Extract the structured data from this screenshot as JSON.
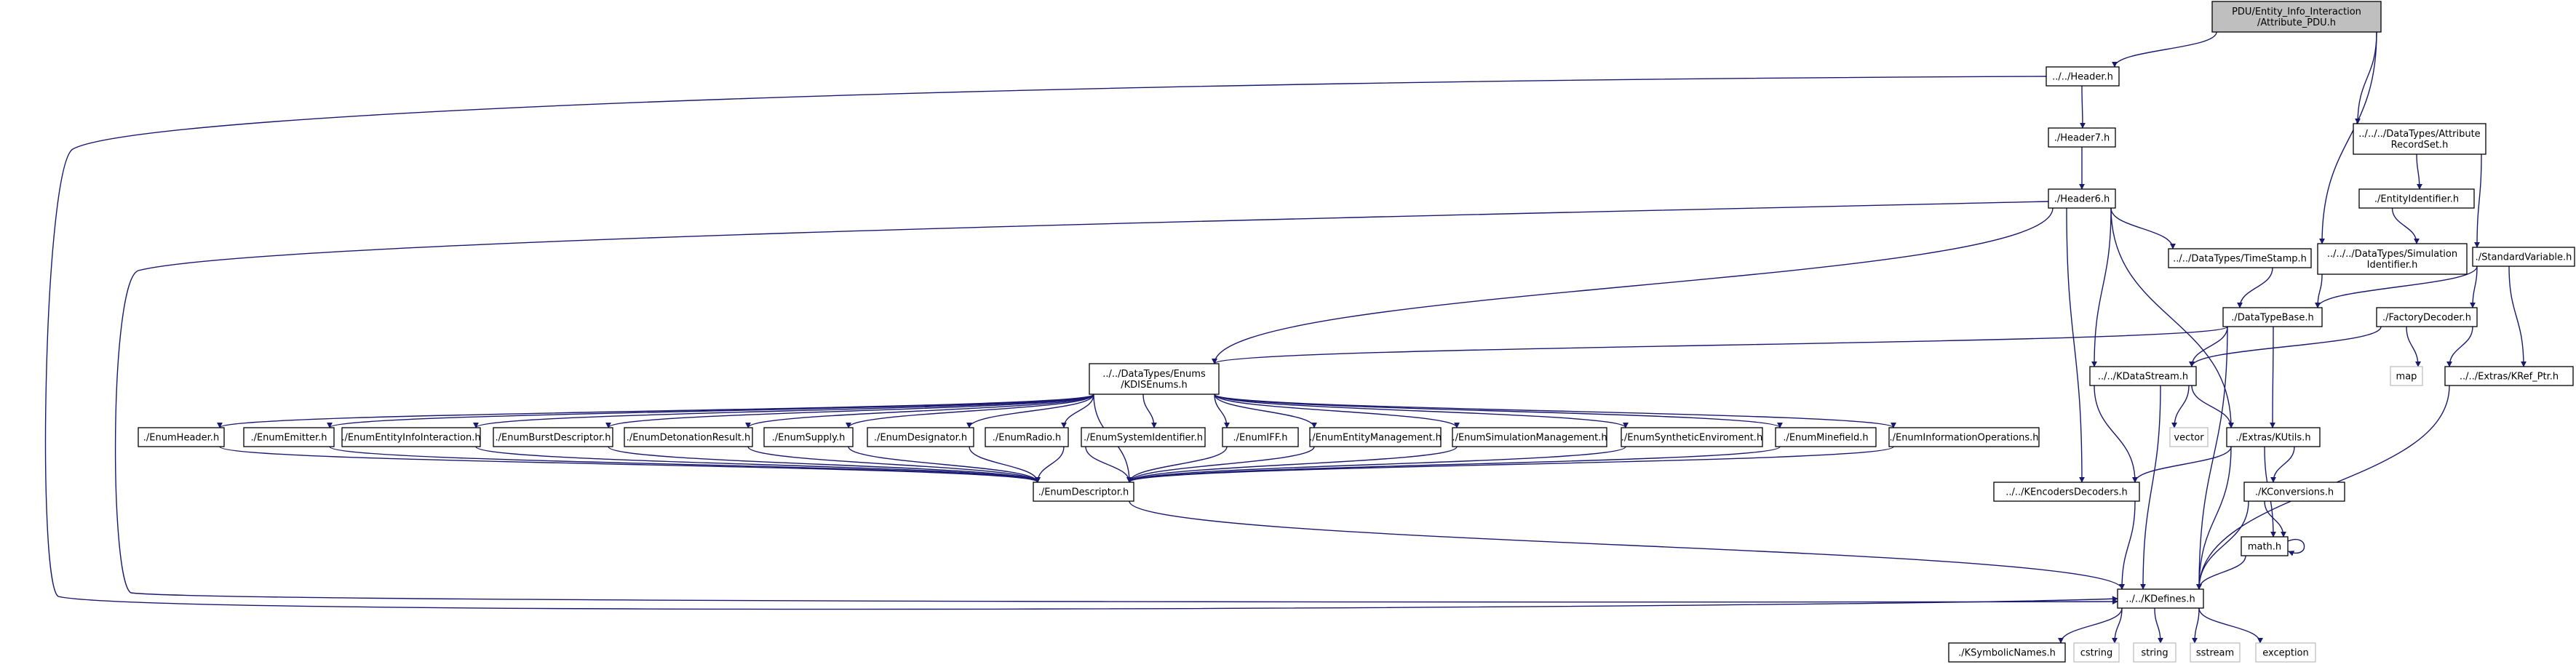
{
  "nodes": [
    {
      "id": "root",
      "lines": [
        "PDU/Entity_Info_Interaction",
        "/Attribute_PDU.h"
      ],
      "style": "root"
    },
    {
      "id": "header",
      "lines": [
        "../../Header.h"
      ]
    },
    {
      "id": "header7",
      "lines": [
        "./Header7.h"
      ]
    },
    {
      "id": "header6",
      "lines": [
        "./Header6.h"
      ]
    },
    {
      "id": "attrRecordSet",
      "lines": [
        "../../../DataTypes/Attribute",
        "RecordSet.h"
      ]
    },
    {
      "id": "entityIdentifier",
      "lines": [
        "./EntityIdentifier.h"
      ]
    },
    {
      "id": "simulationIdentifier",
      "lines": [
        "../../../DataTypes/Simulation",
        "Identifier.h"
      ]
    },
    {
      "id": "standardVariable",
      "lines": [
        "./StandardVariable.h"
      ]
    },
    {
      "id": "timeStamp",
      "lines": [
        "../../DataTypes/TimeStamp.h"
      ]
    },
    {
      "id": "dataTypeBase",
      "lines": [
        "./DataTypeBase.h"
      ]
    },
    {
      "id": "factoryDecoder",
      "lines": [
        "./FactoryDecoder.h"
      ]
    },
    {
      "id": "map",
      "lines": [
        "map"
      ],
      "style": "ext"
    },
    {
      "id": "krefPtr",
      "lines": [
        "../../Extras/KRef_Ptr.h"
      ]
    },
    {
      "id": "kdisEnums",
      "lines": [
        "../../DataTypes/Enums",
        "/KDISEnums.h"
      ]
    },
    {
      "id": "kdataStream",
      "lines": [
        "../../KDataStream.h"
      ]
    },
    {
      "id": "vector",
      "lines": [
        "vector"
      ],
      "style": "ext"
    },
    {
      "id": "kutils",
      "lines": [
        "./Extras/KUtils.h"
      ]
    },
    {
      "id": "kencodersDecoders",
      "lines": [
        "../../KEncodersDecoders.h"
      ]
    },
    {
      "id": "kconversions",
      "lines": [
        "./KConversions.h"
      ]
    },
    {
      "id": "mathh",
      "lines": [
        "math.h"
      ]
    },
    {
      "id": "enumHeader",
      "lines": [
        "./EnumHeader.h"
      ]
    },
    {
      "id": "enumEmitter",
      "lines": [
        "./EnumEmitter.h"
      ]
    },
    {
      "id": "enumEntityInfoInteraction",
      "lines": [
        "./EnumEntityInfoInteraction.h"
      ]
    },
    {
      "id": "enumBurstDescriptor",
      "lines": [
        "./EnumBurstDescriptor.h"
      ]
    },
    {
      "id": "enumDetonationResult",
      "lines": [
        "./EnumDetonationResult.h"
      ]
    },
    {
      "id": "enumSupply",
      "lines": [
        "./EnumSupply.h"
      ]
    },
    {
      "id": "enumDesignator",
      "lines": [
        "./EnumDesignator.h"
      ]
    },
    {
      "id": "enumRadio",
      "lines": [
        "./EnumRadio.h"
      ]
    },
    {
      "id": "enumSystemIdentifier",
      "lines": [
        "./EnumSystemIdentifier.h"
      ]
    },
    {
      "id": "enumIFF",
      "lines": [
        "./EnumIFF.h"
      ]
    },
    {
      "id": "enumEntityManagement",
      "lines": [
        "./EnumEntityManagement.h"
      ]
    },
    {
      "id": "enumSimulationManagement",
      "lines": [
        "./EnumSimulationManagement.h"
      ]
    },
    {
      "id": "enumSyntheticEnviroment",
      "lines": [
        "./EnumSyntheticEnviroment.h"
      ]
    },
    {
      "id": "enumMinefield",
      "lines": [
        "./EnumMinefield.h"
      ]
    },
    {
      "id": "enumInformationOperations",
      "lines": [
        "./EnumInformationOperations.h"
      ]
    },
    {
      "id": "enumDescriptor",
      "lines": [
        "./EnumDescriptor.h"
      ]
    },
    {
      "id": "kdefines",
      "lines": [
        "../../KDefines.h"
      ]
    },
    {
      "id": "ksymbolicNames",
      "lines": [
        "./KSymbolicNames.h"
      ]
    },
    {
      "id": "cstring",
      "lines": [
        "cstring"
      ],
      "style": "ext"
    },
    {
      "id": "string",
      "lines": [
        "string"
      ],
      "style": "ext"
    },
    {
      "id": "sstream",
      "lines": [
        "sstream"
      ],
      "style": "ext"
    },
    {
      "id": "exception",
      "lines": [
        "exception"
      ],
      "style": "ext"
    }
  ],
  "edges": [
    [
      "root",
      "header"
    ],
    [
      "root",
      "attrRecordSet"
    ],
    [
      "root",
      "simulationIdentifier"
    ],
    [
      "header",
      "header7"
    ],
    [
      "header",
      "kdefines"
    ],
    [
      "header7",
      "header6"
    ],
    [
      "header6",
      "kdisEnums"
    ],
    [
      "header6",
      "timeStamp"
    ],
    [
      "header6",
      "kdataStream"
    ],
    [
      "header6",
      "kutils"
    ],
    [
      "header6",
      "kencodersDecoders"
    ],
    [
      "header6",
      "kdefines"
    ],
    [
      "attrRecordSet",
      "entityIdentifier"
    ],
    [
      "attrRecordSet",
      "standardVariable"
    ],
    [
      "entityIdentifier",
      "simulationIdentifier"
    ],
    [
      "simulationIdentifier",
      "dataTypeBase"
    ],
    [
      "timeStamp",
      "dataTypeBase"
    ],
    [
      "standardVariable",
      "dataTypeBase"
    ],
    [
      "standardVariable",
      "factoryDecoder"
    ],
    [
      "standardVariable",
      "krefPtr"
    ],
    [
      "dataTypeBase",
      "kdisEnums"
    ],
    [
      "dataTypeBase",
      "kdataStream"
    ],
    [
      "dataTypeBase",
      "kutils"
    ],
    [
      "dataTypeBase",
      "kdefines"
    ],
    [
      "factoryDecoder",
      "kdataStream"
    ],
    [
      "factoryDecoder",
      "map"
    ],
    [
      "factoryDecoder",
      "krefPtr"
    ],
    [
      "krefPtr",
      "kdefines"
    ],
    [
      "kdisEnums",
      "enumHeader"
    ],
    [
      "kdisEnums",
      "enumEmitter"
    ],
    [
      "kdisEnums",
      "enumEntityInfoInteraction"
    ],
    [
      "kdisEnums",
      "enumBurstDescriptor"
    ],
    [
      "kdisEnums",
      "enumDetonationResult"
    ],
    [
      "kdisEnums",
      "enumSupply"
    ],
    [
      "kdisEnums",
      "enumDesignator"
    ],
    [
      "kdisEnums",
      "enumRadio"
    ],
    [
      "kdisEnums",
      "enumSystemIdentifier"
    ],
    [
      "kdisEnums",
      "enumIFF"
    ],
    [
      "kdisEnums",
      "enumEntityManagement"
    ],
    [
      "kdisEnums",
      "enumSimulationManagement"
    ],
    [
      "kdisEnums",
      "enumSyntheticEnviroment"
    ],
    [
      "kdisEnums",
      "enumMinefield"
    ],
    [
      "kdisEnums",
      "enumInformationOperations"
    ],
    [
      "kdisEnums",
      "enumDescriptor"
    ],
    [
      "enumHeader",
      "enumDescriptor"
    ],
    [
      "enumEmitter",
      "enumDescriptor"
    ],
    [
      "enumEntityInfoInteraction",
      "enumDescriptor"
    ],
    [
      "enumBurstDescriptor",
      "enumDescriptor"
    ],
    [
      "enumDetonationResult",
      "enumDescriptor"
    ],
    [
      "enumSupply",
      "enumDescriptor"
    ],
    [
      "enumDesignator",
      "enumDescriptor"
    ],
    [
      "enumRadio",
      "enumDescriptor"
    ],
    [
      "enumSystemIdentifier",
      "enumDescriptor"
    ],
    [
      "enumIFF",
      "enumDescriptor"
    ],
    [
      "enumEntityManagement",
      "enumDescriptor"
    ],
    [
      "enumSimulationManagement",
      "enumDescriptor"
    ],
    [
      "enumSyntheticEnviroment",
      "enumDescriptor"
    ],
    [
      "enumMinefield",
      "enumDescriptor"
    ],
    [
      "enumInformationOperations",
      "enumDescriptor"
    ],
    [
      "enumDescriptor",
      "kdefines"
    ],
    [
      "kdataStream",
      "vector"
    ],
    [
      "kdataStream",
      "kutils"
    ],
    [
      "kdataStream",
      "kencodersDecoders"
    ],
    [
      "kdataStream",
      "kdefines"
    ],
    [
      "kutils",
      "kencodersDecoders"
    ],
    [
      "kutils",
      "kconversions"
    ],
    [
      "kutils",
      "mathh"
    ],
    [
      "kutils",
      "kdefines"
    ],
    [
      "kencodersDecoders",
      "kdefines"
    ],
    [
      "kconversions",
      "mathh"
    ],
    [
      "kconversions",
      "kdefines"
    ],
    [
      "mathh",
      "mathh"
    ],
    [
      "mathh",
      "kdefines"
    ],
    [
      "kdefines",
      "ksymbolicNames"
    ],
    [
      "kdefines",
      "cstring"
    ],
    [
      "kdefines",
      "string"
    ],
    [
      "kdefines",
      "sstream"
    ],
    [
      "kdefines",
      "exception"
    ]
  ]
}
